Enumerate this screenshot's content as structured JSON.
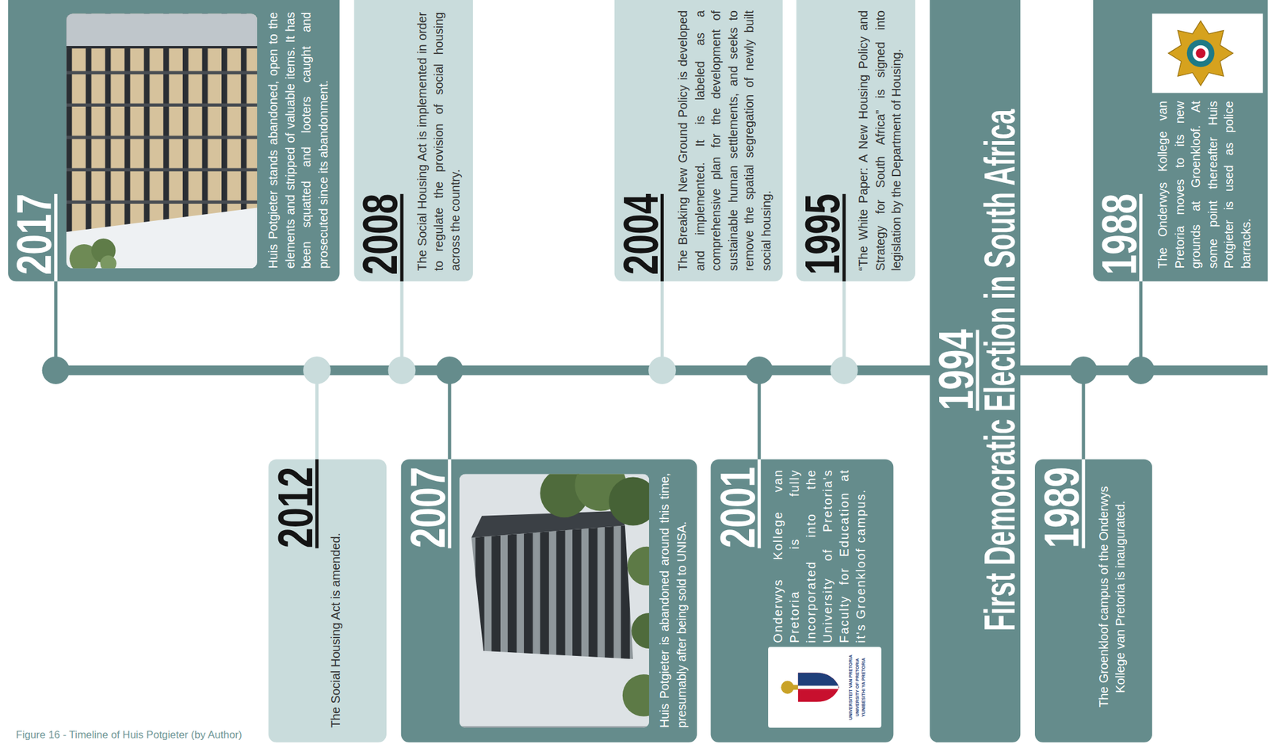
{
  "diagram": {
    "caption": "Figure 16 - Timeline of Huis Potgieter (by Author)",
    "nodes": [
      {
        "text": [
          "2017",
          "Huis Potgieter stands abandoned, open to the elements and stripped of valuable items. It has been squatted and looters caught and prosecuted since its abandonment."
        ]
      },
      {
        "text": [
          "2012",
          "The Social Housing Act is amended."
        ]
      },
      {
        "text": [
          "2008",
          "The Social Housing Act is implemented in order to regulate the provision of social housing across the country."
        ]
      },
      {
        "text": [
          "2007",
          "Huis Potgieter is abandoned around this time, presumably after being sold to UNISA."
        ]
      },
      {
        "text": [
          "2004",
          "The Breaking New Ground Policy is developed and implemented. It is labeled as a comprehensive plan for the development of sustainable human settlements, and seeks to remove the spatial segregation of newly built social housing."
        ]
      },
      {
        "text": [
          "2001",
          "Onderwys Kollege van Pretoria is fully incorporated into the University of Pretoria's Faculty for Education at it's Groenkloof campus."
        ]
      },
      {
        "text": [
          "1995",
          "“The White Paper: A New Housing Policy and Strategy for South Africa” is signed into legislation by the Department of Housing."
        ]
      },
      {
        "text": [
          "1994",
          "First Democratic Election in South Africa"
        ]
      },
      {
        "text": [
          "1989",
          "The Groenkloof campus of the Onderwys Kollege van Pretoria is inaugurated."
        ]
      },
      {
        "text": [
          "1988",
          "The Onderwys Kollege van Pretoria moves to its new grounds at Groenkloof. At some point thereafter Huis Potgieter is used as police barracks."
        ]
      }
    ],
    "labels": [
      "UNIVERSITEIT VAN PRETORIA",
      "UNIVERSITY OF PRETORIA",
      "YUNIBESITHI YA PRETORIA"
    ]
  }
}
